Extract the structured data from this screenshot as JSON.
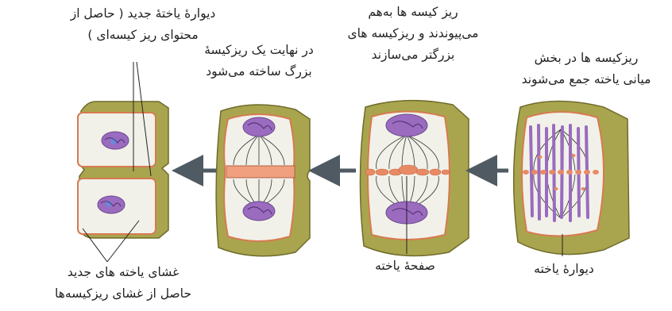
{
  "captions": {
    "new_wall": [
      "دیوارهٔ یاختهٔ جدید ( حاصل از",
      "محتوای ریز کیسه‌ای )"
    ],
    "large_vesicle": [
      "در نهایت یک ریزکیسهٔ",
      "بزرگ ساخته می‌شود"
    ],
    "vesicles_join": [
      "ریز کیسه ها به‌هم",
      "می‌پیوندند و ریزکیسه های",
      "بزرگتر می‌سازند"
    ],
    "vesicles_gather": [
      "ریزکیسه ها در بخش",
      "میانی یاخته جمع می‌شوند"
    ],
    "new_membranes": [
      "غشای یاخته های جدید",
      "حاصل از غشای ریزکیسه‌ها"
    ],
    "cell_plate": "صفحهٔ یاخته",
    "cell_wall": "دیوارهٔ یاخته"
  },
  "colors": {
    "wall": "#a9a54e",
    "wall_edge": "#6f6b2a",
    "cytoplasm": "#f1f1e9",
    "membrane": "#d77a50",
    "chromosome": "#9a6bbf",
    "nucleus": "#a98ccf",
    "vesicle": "#e88a64",
    "arrow": "#4f5a63"
  }
}
